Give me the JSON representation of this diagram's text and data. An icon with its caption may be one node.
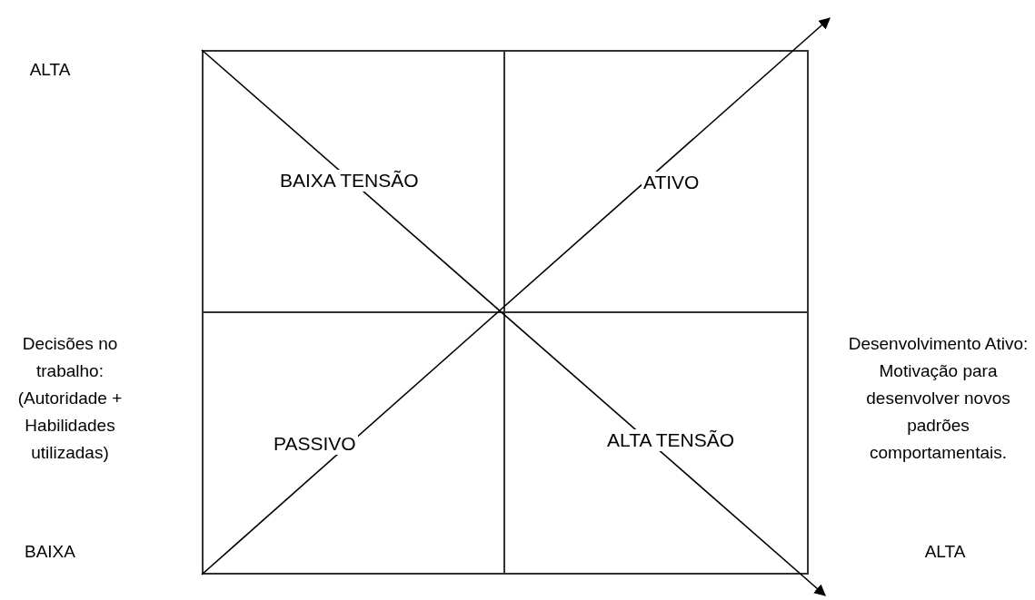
{
  "diagram": {
    "nodes": [
      {
        "text": [
          "BAIXA TENSÃO"
        ]
      },
      {
        "text": [
          "ATIVO"
        ]
      },
      {
        "text": [
          "PASSIVO"
        ]
      },
      {
        "text": [
          "ALTA TENSÃO"
        ]
      }
    ],
    "labels": [
      "ALTA",
      "Decisões no trabalho: (Autoridade + Habilidades utilizadas)",
      "Desenvolvimento Ativo: Motivação para desenvolver novos padrões comportamentais.",
      "BAIXA",
      "ALTA"
    ]
  }
}
